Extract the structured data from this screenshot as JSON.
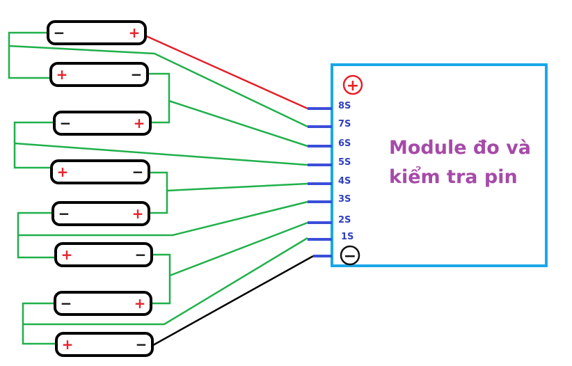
{
  "colors": {
    "module_border": "#1aa7e8",
    "pin_bar": "#3b4ed8",
    "pin_label": "#2f3fbf",
    "title": "#a64aa8",
    "plus": "#e8202a",
    "minus": "#111111",
    "wire_balance": "#1fb04a",
    "wire_positive": "#e2202a",
    "wire_negative": "#000000",
    "cell_outline": "#000000"
  },
  "module": {
    "title_line1": "Module đo và",
    "title_line2": "kiểm tra pin",
    "positive_symbol": "+",
    "negative_symbol": "−",
    "pins": [
      "8S",
      "7S",
      "6S",
      "5S",
      "4S",
      "3S",
      "2S",
      "1S"
    ]
  },
  "cells": [
    {
      "left": "−",
      "right": "+"
    },
    {
      "left": "+",
      "right": "−"
    },
    {
      "left": "−",
      "right": "+"
    },
    {
      "left": "+",
      "right": "−"
    },
    {
      "left": "−",
      "right": "+"
    },
    {
      "left": "+",
      "right": "−"
    },
    {
      "left": "−",
      "right": "+"
    },
    {
      "left": "+",
      "right": "−"
    }
  ]
}
